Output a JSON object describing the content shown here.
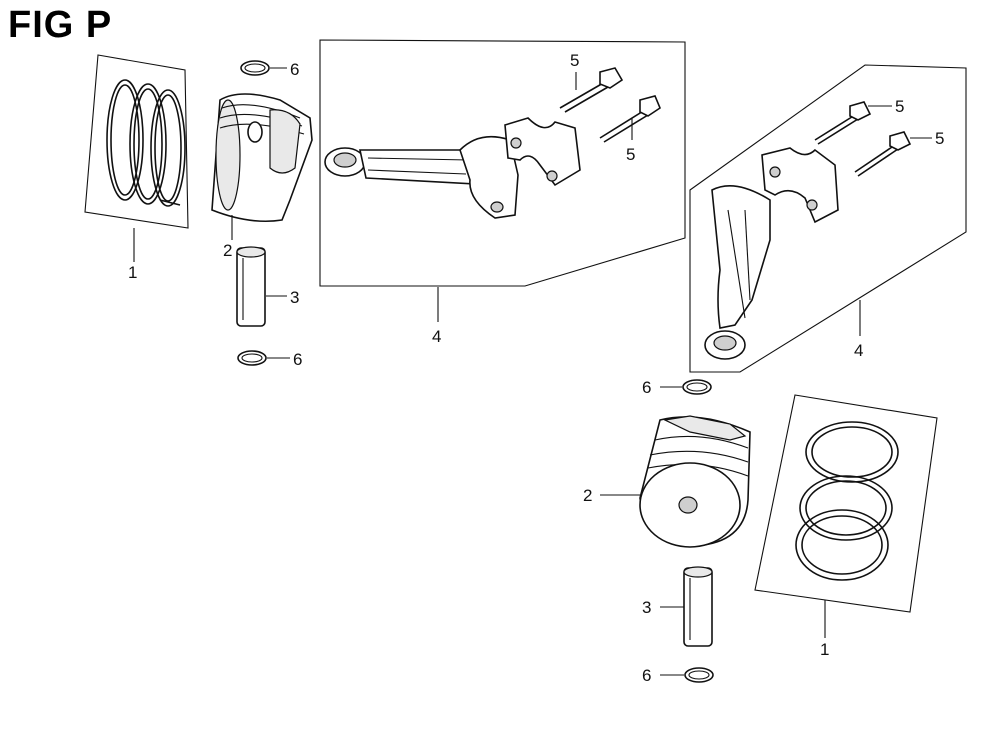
{
  "title": "FIG P",
  "callouts": {
    "left_rings": "1",
    "left_piston": "2",
    "left_pin": "3",
    "left_rod": "4",
    "left_bolt_a": "5",
    "left_bolt_b": "5",
    "left_clip_top": "6",
    "left_clip_bottom": "6",
    "right_rod": "4",
    "right_bolt_a": "5",
    "right_bolt_b": "5",
    "right_clip_top": "6",
    "right_piston": "2",
    "right_rings": "1",
    "right_pin": "3",
    "right_clip_bottom": "6"
  }
}
